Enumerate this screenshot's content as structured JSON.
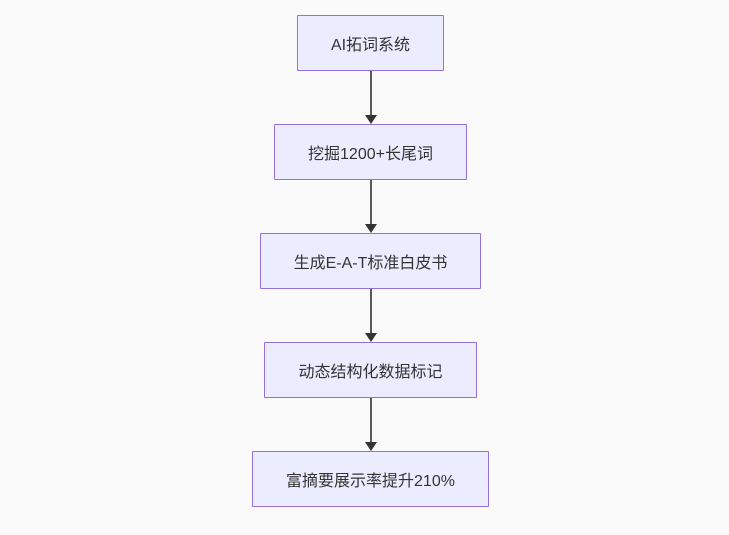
{
  "diagram": {
    "type": "flowchart",
    "direction": "top-down",
    "background_color": "#fafafa",
    "node_fill_color": "#ECECFF",
    "node_border_color": "#9370DB",
    "node_text_color": "#333333",
    "edge_line_color": "#595959",
    "arrowhead_color": "#333333",
    "nodes": [
      {
        "id": "n1",
        "label": "AI拓词系统"
      },
      {
        "id": "n2",
        "label": "挖掘1200+长尾词"
      },
      {
        "id": "n3",
        "label": "生成E-A-T标准白皮书"
      },
      {
        "id": "n4",
        "label": "动态结构化数据标记"
      },
      {
        "id": "n5",
        "label": "富摘要展示率提升210%"
      }
    ],
    "edges": [
      {
        "from": "n1",
        "to": "n2",
        "arrow": "down"
      },
      {
        "from": "n2",
        "to": "n3",
        "arrow": "down"
      },
      {
        "from": "n3",
        "to": "n4",
        "arrow": "down"
      },
      {
        "from": "n4",
        "to": "n5",
        "arrow": "down"
      }
    ]
  }
}
